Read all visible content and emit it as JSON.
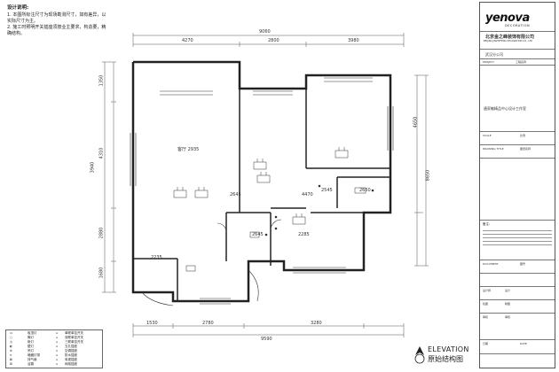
{
  "notes": {
    "title": "设计说明:",
    "lines": [
      "1. 本图所标注尺寸为现场勘测尺寸，如有差异，以",
      "   实际尺寸为主。",
      "2. 施工时照明开关插座须按业主要求，构造要，精",
      "   确结构。"
    ]
  },
  "dimensions": {
    "top_total": "9060",
    "top_segments": [
      "4270",
      "2800",
      "3980"
    ],
    "bottom_segments": [
      "1530",
      "2780",
      "3280"
    ],
    "bottom_total": "9590",
    "left_segments": [
      "1350",
      "3940",
      "4310",
      "2880",
      "1680"
    ],
    "right_segments": [
      "4650",
      "8650"
    ]
  },
  "rooms": {
    "living": "客厅 2935",
    "hall": "2645",
    "bath": "4470",
    "kitchen": "2545",
    "small1": "2650",
    "small2": "2645",
    "corner": "2285",
    "left_low": "2235"
  },
  "title_block": {
    "brand": "yenova",
    "brand_sub": "DECORATION",
    "company": "北京金之峰装饰有限公司",
    "company_en": "BEIJING JINZHIFENG DECORATION CO., LTD",
    "branch": "武汉分公司",
    "studio": "唐家敏精品中心设计工作室",
    "project_label": "PROJECT",
    "project_value": "工程名称",
    "drawing_label": "DRAWING TITLE",
    "drawing_value": "图纸名称",
    "scale_label": "SCALE",
    "scale_value": "比例",
    "remark_title": "备注:",
    "doc_label": "DOCUMENT",
    "doc_value": "图号",
    "design_label": "设计师",
    "design_value": "设计",
    "draw_label": "绘图",
    "draw_value": "制图",
    "check_label": "审核",
    "check_value": "审核",
    "date_label": "日期",
    "date_value": "DATE"
  },
  "legend": {
    "rows": [
      [
        "",
        "吸顶灯",
        "",
        "单联单控开关"
      ],
      [
        "",
        "筒灯",
        "",
        "双联单控开关"
      ],
      [
        "",
        "射灯",
        "",
        "三联单控开关"
      ],
      [
        "",
        "壁灯",
        "",
        "五孔插座"
      ],
      [
        "",
        "吊灯",
        "",
        "空调插座"
      ],
      [
        "",
        "暗藏灯带",
        "",
        "防水插座"
      ],
      [
        "",
        "排气扇",
        "",
        "电视插座"
      ],
      [
        "",
        "浴霸",
        "",
        "网络插座"
      ]
    ]
  },
  "elevation": {
    "en": "ELEVATION",
    "cn": "原始结构图"
  }
}
